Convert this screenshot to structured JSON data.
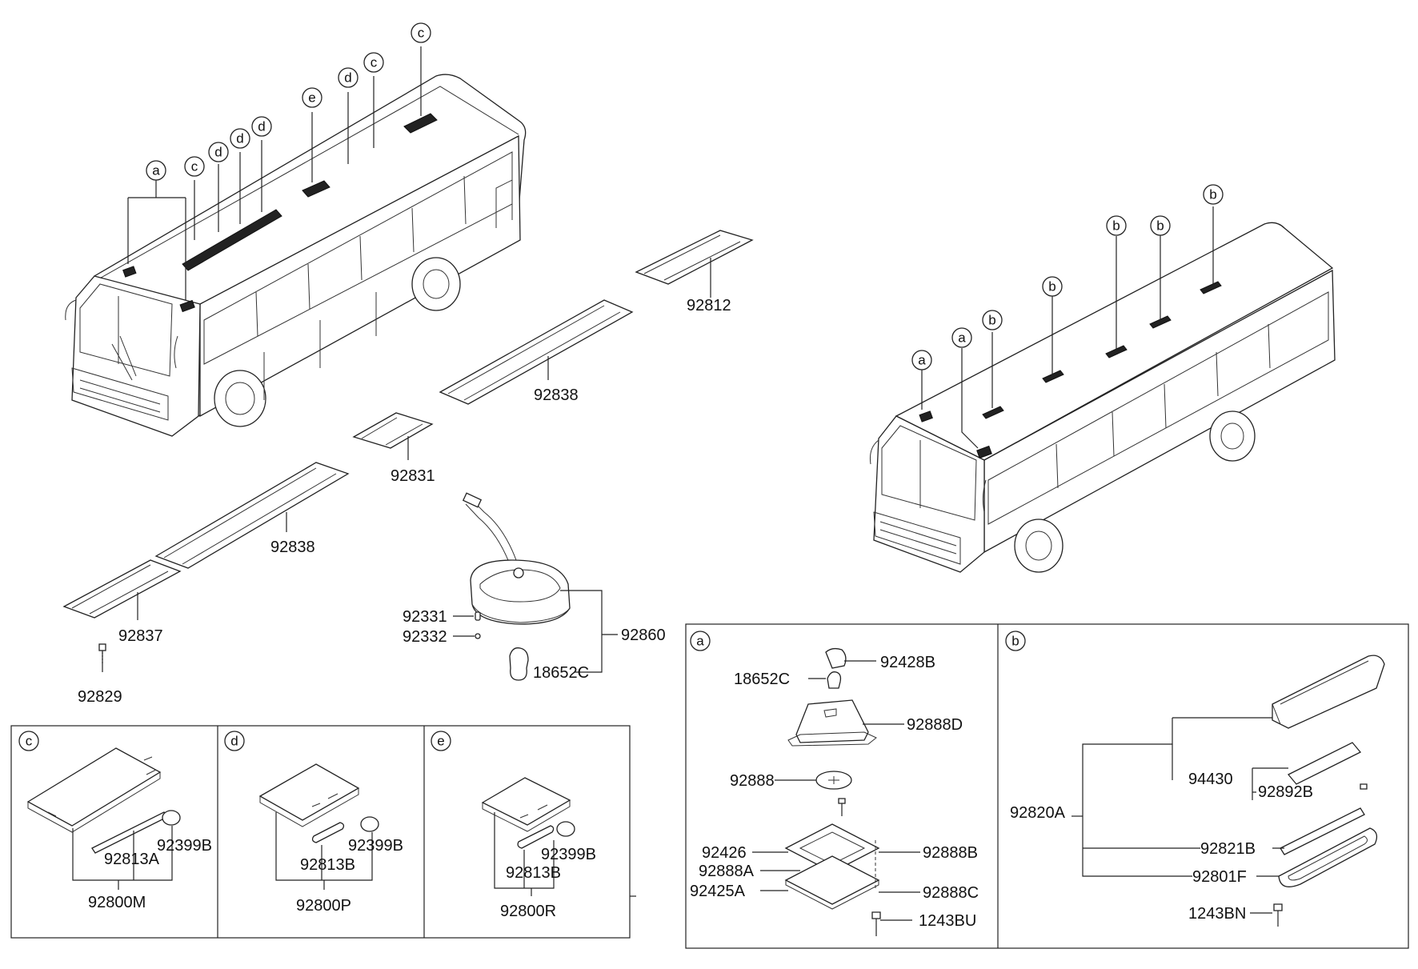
{
  "callouts": {
    "a": "a",
    "b": "b",
    "c": "c",
    "d": "d",
    "e": "e"
  },
  "parts": {
    "p92812": "92812",
    "p92838_upper": "92838",
    "p92831": "92831",
    "p92838_lower": "92838",
    "p92837": "92837",
    "p92829": "92829",
    "p92331": "92331",
    "p92332": "92332",
    "p92860": "92860",
    "p18652C_lamp": "18652C",
    "c_92813A": "92813A",
    "c_92399B": "92399B",
    "c_92800M": "92800M",
    "d_92813B": "92813B",
    "d_92399B": "92399B",
    "d_92800P": "92800P",
    "e_92399B": "92399B",
    "e_92813B": "92813B",
    "e_92800R": "92800R",
    "a_92428B": "92428B",
    "a_18652C": "18652C",
    "a_92888D": "92888D",
    "a_92888": "92888",
    "a_92426": "92426",
    "a_92888B": "92888B",
    "a_92888A": "92888A",
    "a_92888C": "92888C",
    "a_92425A": "92425A",
    "a_1243BU": "1243BU",
    "b_94430": "94430",
    "b_92892B": "92892B",
    "b_92820A": "92820A",
    "b_92821B": "92821B",
    "b_92801F": "92801F",
    "b_1243BN": "1243BN"
  }
}
